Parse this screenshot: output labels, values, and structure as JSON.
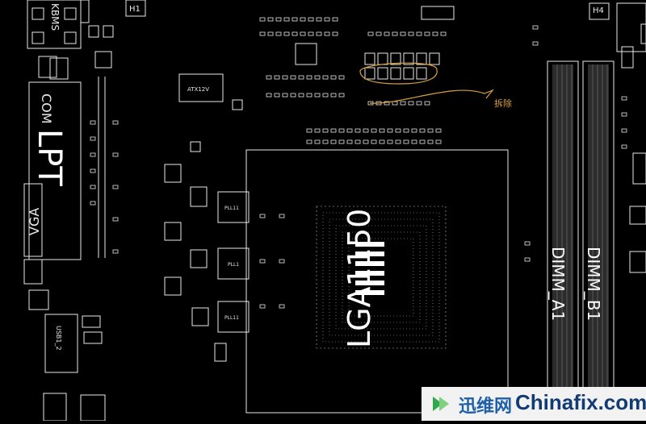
{
  "board": {
    "labels": {
      "kbms": "KBMS",
      "h1": "H1",
      "h4": "H4",
      "com": "COM",
      "lpt": "LPT",
      "vga": "VGA",
      "atx12v": "ATX12V",
      "usb": "USB1_2",
      "cpu_socket": "LGA1150",
      "dimm_a1": "DIMM_A1",
      "dimm_b1": "DIMM_B1",
      "remove_note": "拆除",
      "choke_1": "PLL11",
      "choke_2": "PLL1",
      "choke_3": "PLL11"
    },
    "colors": {
      "background": "#000000",
      "trace": "#e8e8e8",
      "annotation": "#d9a23c"
    }
  },
  "watermark": {
    "cn": "迅维网",
    "en": "Chinafix.com"
  }
}
